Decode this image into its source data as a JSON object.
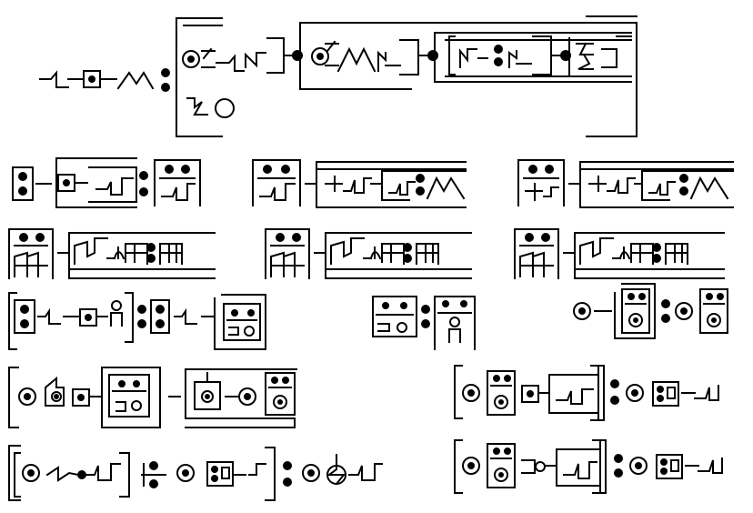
{
  "figure": {
    "background": "#ffffff",
    "ink": "#000000"
  },
  "formulas": [
    {
      "id": "main-formula",
      "glyphs": [
        "zigzag-glyph",
        "boxed-dot-glyph",
        "peak-glyph",
        "colon-glyph",
        "bracketed-compound-glyph"
      ]
    },
    {
      "id": "row1-formula-a",
      "glyphs": [
        "stacked-dots-glyph",
        "dash-glyph",
        "boxed-sequence-glyph",
        "colon-glyph",
        "double-dot-frame-glyph"
      ]
    },
    {
      "id": "row1-formula-b",
      "glyphs": [
        "double-dot-frame-glyph",
        "cross-zigzag-glyph",
        "peak-glyph"
      ]
    },
    {
      "id": "row1-formula-c",
      "glyphs": [
        "double-dot-frame-glyph",
        "cross-zigzag-glyph",
        "peak-glyph"
      ]
    },
    {
      "id": "row2-formula-a",
      "glyphs": [
        "hatched-frame-glyph",
        "ring-chain-glyph"
      ]
    },
    {
      "id": "row2-formula-b",
      "glyphs": [
        "hatched-frame-glyph",
        "ring-chain-glyph"
      ]
    },
    {
      "id": "row2-formula-c",
      "glyphs": [
        "hatched-frame-glyph",
        "ring-chain-glyph"
      ]
    },
    {
      "id": "row3-formula-a",
      "glyphs": [
        "stacked-dots-glyph",
        "zigzag-glyph",
        "figure-glyph",
        "colon-glyph",
        "ring-box-glyph"
      ]
    },
    {
      "id": "row3-formula-b",
      "glyphs": [
        "ring-box-glyph",
        "colon-glyph",
        "figure-glyph"
      ]
    },
    {
      "id": "row3-formula-c",
      "glyphs": [
        "circle-dot-glyph",
        "ring-box-glyph",
        "colon-glyph",
        "ring-box-glyph"
      ]
    },
    {
      "id": "row4-formula-a",
      "glyphs": [
        "circle-dot-glyph",
        "house-glyph",
        "boxed-dot-glyph",
        "ring-box-glyph",
        "circle-dot-glyph"
      ]
    },
    {
      "id": "row4-formula-b",
      "glyphs": [
        "circle-dot-glyph",
        "ring-box-glyph",
        "zigzag-glyph",
        "colon-glyph",
        "circle-dot-glyph",
        "zigzag-glyph"
      ]
    },
    {
      "id": "row5-formula-a",
      "glyphs": [
        "circle-dot-glyph",
        "lightning-glyph",
        "zigzag-glyph",
        "cross-colon-glyph",
        "circle-dot-glyph",
        "zigzag-glyph",
        "colon-glyph",
        "spark-glyph"
      ]
    },
    {
      "id": "row5-formula-b",
      "glyphs": [
        "circle-dot-glyph",
        "ring-box-glyph",
        "zigzag-glyph",
        "colon-glyph",
        "circle-dot-glyph",
        "zigzag-glyph"
      ]
    }
  ]
}
